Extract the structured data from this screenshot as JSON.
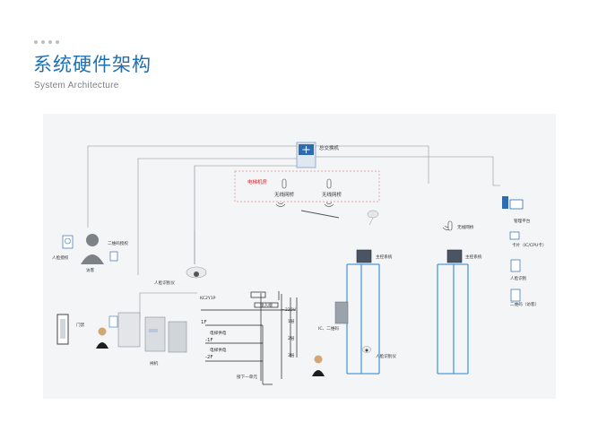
{
  "header": {
    "title": "系统硬件架构",
    "subtitle": "System Architecture"
  },
  "diagram": {
    "core_switch": "总交换机",
    "elevator_room": "电梯机房",
    "wireless_bridge_1": "无线网桥",
    "wireless_bridge_2": "无线网桥",
    "wireless_bridge_right": "无线网桥",
    "face_auth": "人脸授权",
    "qr_auth": "二维码授权",
    "visitor": "访客",
    "face_recognizer_ceiling": "人脸识别仪",
    "door_label": "门禁",
    "gate_label": "闸机",
    "controller_left": "主控系统",
    "controller_right": "主控系统",
    "ic_qr": "IC、二维码",
    "face_recognizer_car": "人脸识别仪",
    "management": "管理平台",
    "card": "卡片（IC/CPU卡）",
    "face_id": "人脸识别",
    "qr_visitor": "二维码（访客）",
    "floor_1f": "1F",
    "floor_b1": "-1F",
    "floor_b2": "-2F",
    "wiring_1f": "电梯供电",
    "wiring_b1": "电梯供电",
    "panel_label": "KC2Y1P",
    "terminal_label": "接入端",
    "power_label": "~220V",
    "bottom_label": "接下一单元",
    "side_labels": [
      "1层",
      "2层",
      "3层"
    ]
  }
}
